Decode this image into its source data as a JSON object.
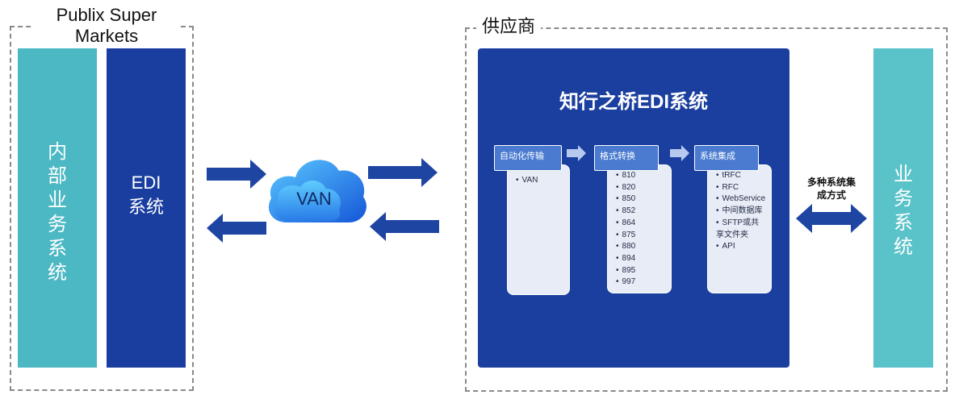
{
  "left": {
    "title": "Publix Super Markets",
    "business_bar": "内部业务系统",
    "edi_bar": "EDI系统"
  },
  "van": {
    "label": "VAN"
  },
  "supplier": {
    "title": "供应商",
    "panel_title": "知行之桥EDI系统",
    "stages": [
      {
        "head": "自动化传输",
        "items": [
          "VAN"
        ]
      },
      {
        "head": "格式转换",
        "items": [
          "810",
          "820",
          "850",
          "852",
          "864",
          "875",
          "880",
          "894",
          "895",
          "997"
        ]
      },
      {
        "head": "系统集成",
        "items": [
          "tRFC",
          "RFC",
          "WebService",
          "中间数据库",
          "SFTP或共享文件夹",
          "API"
        ]
      }
    ],
    "integration_label": "多种系统集成方式",
    "business_bar": "业务系统"
  },
  "colors": {
    "teal": "#4cb8c4",
    "navy": "#1a3ea0",
    "arrow": "#1f45a3"
  }
}
